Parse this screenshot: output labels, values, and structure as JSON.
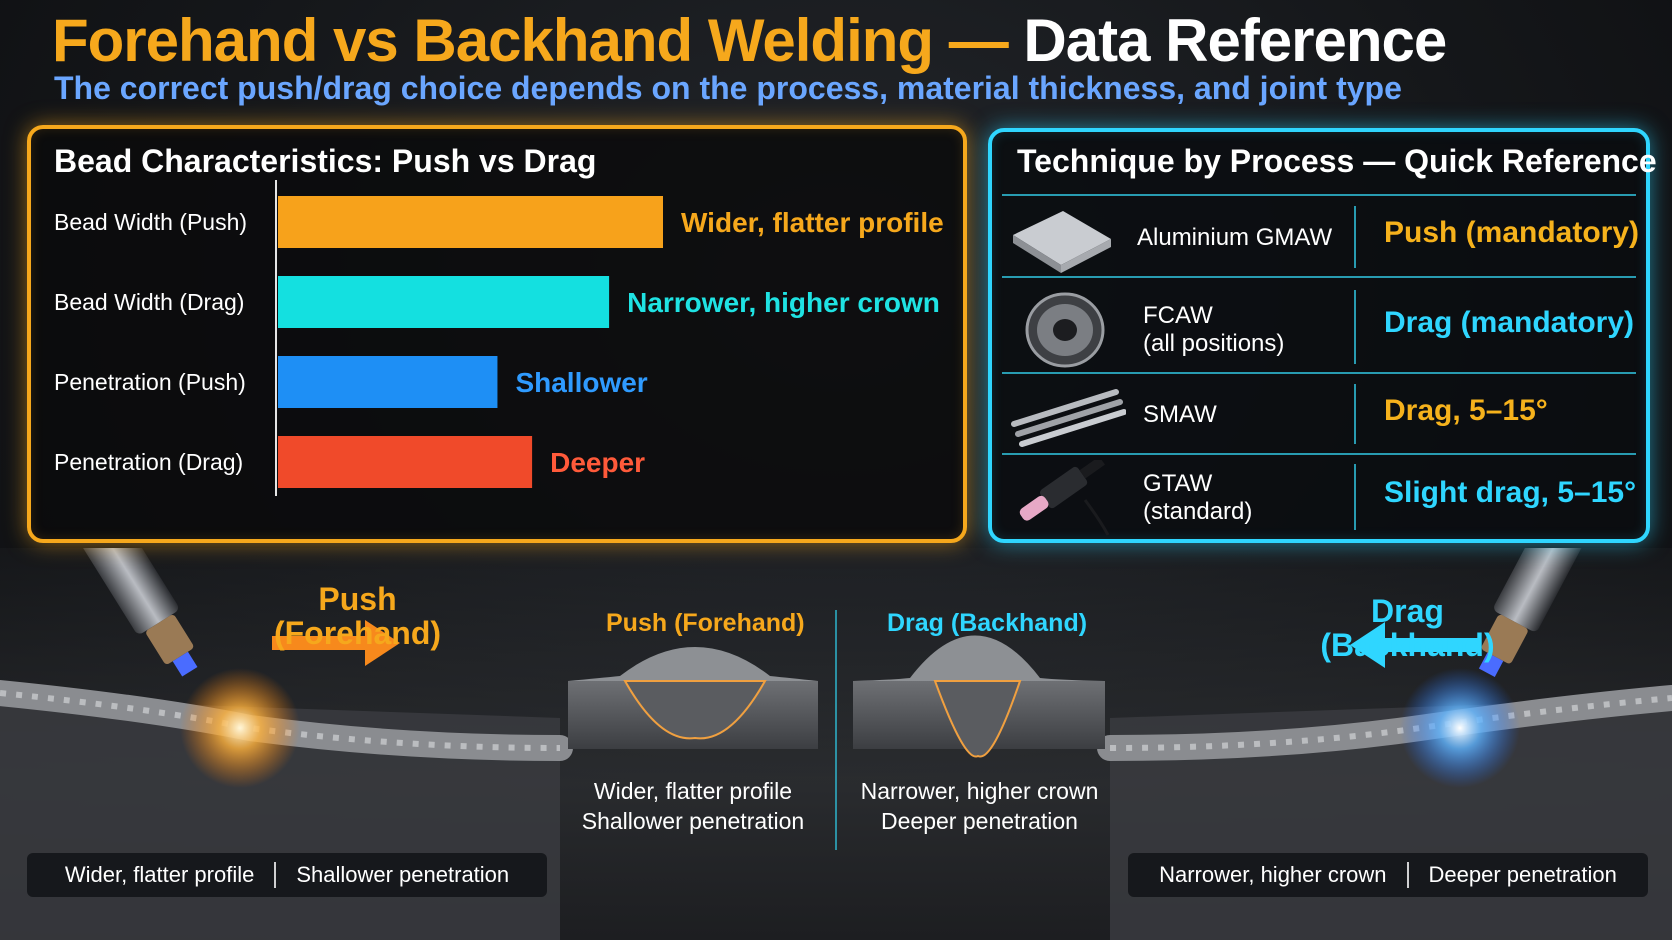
{
  "title": {
    "part1": "Forehand vs Backhand Welding",
    "dash": " —",
    "part2": " Data Reference"
  },
  "subtitle": "The correct push/drag choice depends on the process, material thickness, and joint type",
  "chart_data": {
    "type": "bar",
    "orientation": "horizontal",
    "title": "Bead Characteristics: Push vs Drag",
    "categories": [
      "Bead Width (Push)",
      "Bead Width (Drag)",
      "Penetration (Push)",
      "Penetration (Drag)"
    ],
    "values": [
      100,
      86,
      57,
      66
    ],
    "value_labels": [
      "Wider, flatter profile",
      "Narrower, higher crown",
      "Shallower",
      "Deeper"
    ],
    "colors": [
      "#f7a21b",
      "#14e0e0",
      "#1e8ff5",
      "#f04a2a"
    ],
    "label_colors": [
      "#f6a81c",
      "#1fe3e3",
      "#2f9bff",
      "#ff5a3a"
    ],
    "xlim": [
      0,
      100
    ],
    "axis_labels": "none",
    "grid": false
  },
  "reference_table": {
    "title": "Technique by Process — Quick Reference",
    "rows": [
      {
        "process": "Aluminium GMAW",
        "process_sub": "",
        "technique": "Push (mandatory)",
        "color": "#f6b21c",
        "icon": "aluminium-plate-icon"
      },
      {
        "process": "FCAW",
        "process_sub": "(all positions)",
        "technique": "Drag (mandatory)",
        "color": "#2fd6ff",
        "icon": "wire-spool-icon"
      },
      {
        "process": "SMAW",
        "process_sub": "",
        "technique": "Drag, 5–15°",
        "color": "#f6b21c",
        "icon": "electrode-rods-icon"
      },
      {
        "process": "GTAW",
        "process_sub": "(standard)",
        "technique": "Slight drag, 5–15°",
        "color": "#2fd6ff",
        "icon": "tig-torch-icon"
      }
    ]
  },
  "push_side": {
    "label_line1": "Push",
    "label_line2": "(Forehand)",
    "color": "#f6a81c",
    "strip_left": "Wider, flatter profile",
    "strip_right": "Shallower penetration"
  },
  "drag_side": {
    "label_line1": "Drag",
    "label_line2": "(Backhand)",
    "color": "#2fd6ff",
    "strip_left": "Narrower, higher crown",
    "strip_right": "Deeper penetration"
  },
  "cross_sections": {
    "push": {
      "title": "Push (Forehand)",
      "caption1": "Wider, flatter profile",
      "caption2": "Shallower penetration",
      "color": "#f6a81c"
    },
    "drag": {
      "title": "Drag (Backhand)",
      "caption1": "Narrower, higher crown",
      "caption2": "Deeper penetration",
      "color": "#2fd6ff"
    }
  }
}
